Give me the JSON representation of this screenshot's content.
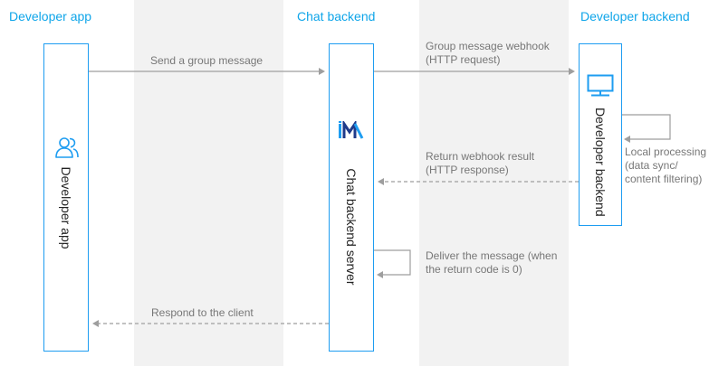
{
  "lanes": {
    "developer_app": "Developer app",
    "chat_backend": "Chat backend",
    "developer_backend": "Developer backend"
  },
  "boxes": {
    "developer_app": "Developer app",
    "chat_backend_server": "Chat backend server",
    "developer_backend": "Developer backend"
  },
  "messages": {
    "send_group": "Send a group message",
    "webhook_line1": "Group message webhook",
    "webhook_line2": "(HTTP request)",
    "local_line1": "Local processing",
    "local_line2": "(data sync/",
    "local_line3": "content filtering)",
    "result_line1": "Return webhook result",
    "result_line2": "(HTTP response)",
    "deliver_line1": "Deliver the message (when",
    "deliver_line2": "the return code is 0)",
    "respond": "Respond to the client"
  },
  "colors": {
    "accent": "#1e9df1",
    "lane_bg": "#f2f2f2",
    "arrow": "#9e9e9e",
    "label": "#777777"
  },
  "icons": [
    "users-icon",
    "im-logo-icon",
    "monitor-icon"
  ]
}
